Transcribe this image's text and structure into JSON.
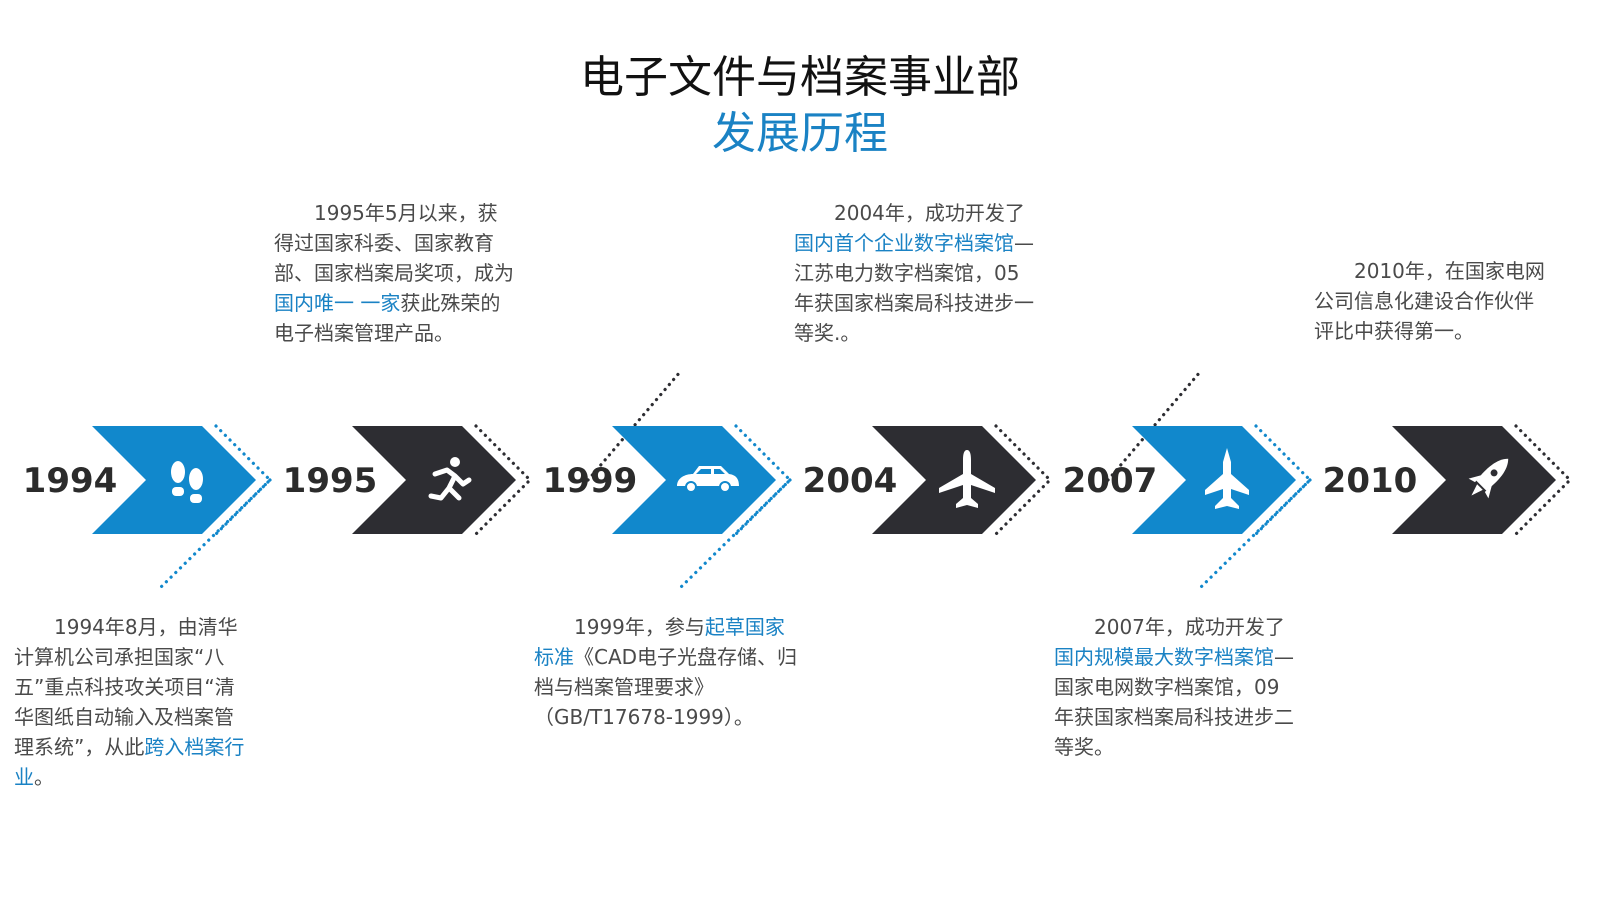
{
  "title": "电子文件与档案事业部",
  "subtitle": "发展历程",
  "colors": {
    "blue": "#1188cc",
    "dark": "#2d2d32",
    "highlight": "#1a82c4",
    "text": "#4a4a4a"
  },
  "milestones": [
    {
      "year": "1994",
      "icon": "footprints-icon",
      "color": "blue",
      "desc_side": "bottom",
      "segments": [
        {
          "text": "1994年8月，由清华计算机公司承担国家“八五”重点科技攻关项目“清华图纸自动输入及档案管理系统”，从此",
          "hl": false
        },
        {
          "text": "跨入档案行业",
          "hl": true
        },
        {
          "text": "。",
          "hl": false
        }
      ]
    },
    {
      "year": "1995",
      "icon": "running-person-icon",
      "color": "dark",
      "desc_side": "top",
      "segments": [
        {
          "text": "1995年5月以来，获得过国家科委、国家教育部、国家档案局奖项，成为",
          "hl": false
        },
        {
          "text": "国内唯一 一家",
          "hl": true
        },
        {
          "text": "获此殊荣的电子档案管理产品。",
          "hl": false
        }
      ]
    },
    {
      "year": "1999",
      "icon": "car-icon",
      "color": "blue",
      "desc_side": "bottom",
      "segments": [
        {
          "text": "1999年，参与",
          "hl": false
        },
        {
          "text": "起草国家标准",
          "hl": true
        },
        {
          "text": "《CAD电子光盘存储、归档与档案管理要求》（GB/T17678-1999）。",
          "hl": false
        }
      ]
    },
    {
      "year": "2004",
      "icon": "airplane-icon",
      "color": "dark",
      "desc_side": "top",
      "segments": [
        {
          "text": "2004年，成功开发了",
          "hl": false
        },
        {
          "text": "国内首个企业数字档案馆",
          "hl": true
        },
        {
          "text": "—江苏电力数字档案馆，05年获国家档案局科技进步一等奖.。",
          "hl": false
        }
      ]
    },
    {
      "year": "2007",
      "icon": "fighter-jet-icon",
      "color": "blue",
      "desc_side": "bottom",
      "segments": [
        {
          "text": "2007年，成功开发了",
          "hl": false
        },
        {
          "text": "国内规模最大数字档案馆",
          "hl": true
        },
        {
          "text": "—国家电网数字档案馆，09年获国家档案局科技进步二等奖。",
          "hl": false
        }
      ]
    },
    {
      "year": "2010",
      "icon": "rocket-icon",
      "color": "dark",
      "desc_side": "top",
      "segments": [
        {
          "text": "2010年，在国家电网公司信息化建设合作伙伴评比中获得第一。",
          "hl": false
        }
      ]
    }
  ]
}
